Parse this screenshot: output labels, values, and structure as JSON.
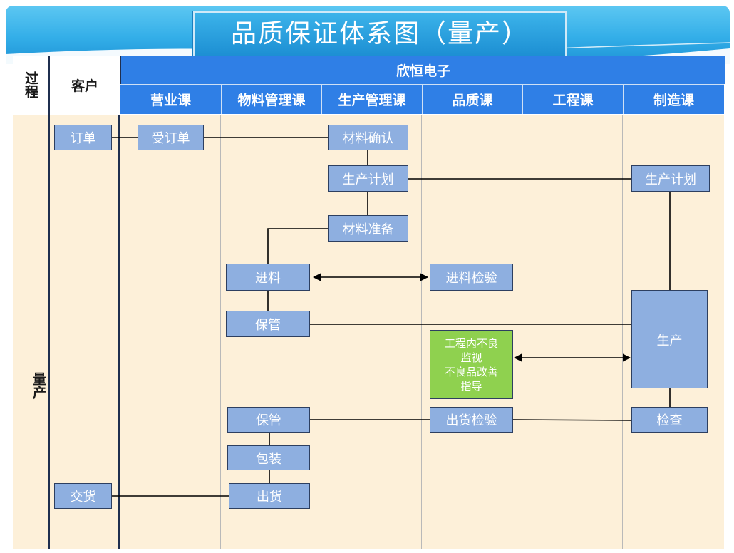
{
  "title": "品质保证体系图（量产）",
  "header": {
    "process_label": "过程",
    "customer_label": "客户",
    "company_label": "欣恒电子",
    "departments": [
      "营业课",
      "物料管理课",
      "生产管理课",
      "品质课",
      "工程课",
      "制造课"
    ]
  },
  "stage_label": "量产",
  "nodes": {
    "order": "订单",
    "receive_order": "受订单",
    "material_confirm": "材料确认",
    "plan_pm": "生产计划",
    "plan_mfg": "生产计划",
    "material_prep": "材料准备",
    "incoming": "进料",
    "incoming_inspection": "进料检验",
    "storage_1": "保管",
    "production": "生产",
    "inprocess_lines": [
      "工程内不良",
      "监视",
      "不良品改善",
      "指导"
    ],
    "storage_2": "保管",
    "shipping_inspection": "出货检验",
    "check": "检查",
    "packing": "包装",
    "shipment": "出货",
    "delivery": "交货"
  },
  "colors": {
    "node_fill": "#8eafe0",
    "highlight_fill": "#8fd14f",
    "header_fill": "#2f7fe6",
    "body_fill": "#fdf0d9",
    "banner": "#33aee8"
  }
}
